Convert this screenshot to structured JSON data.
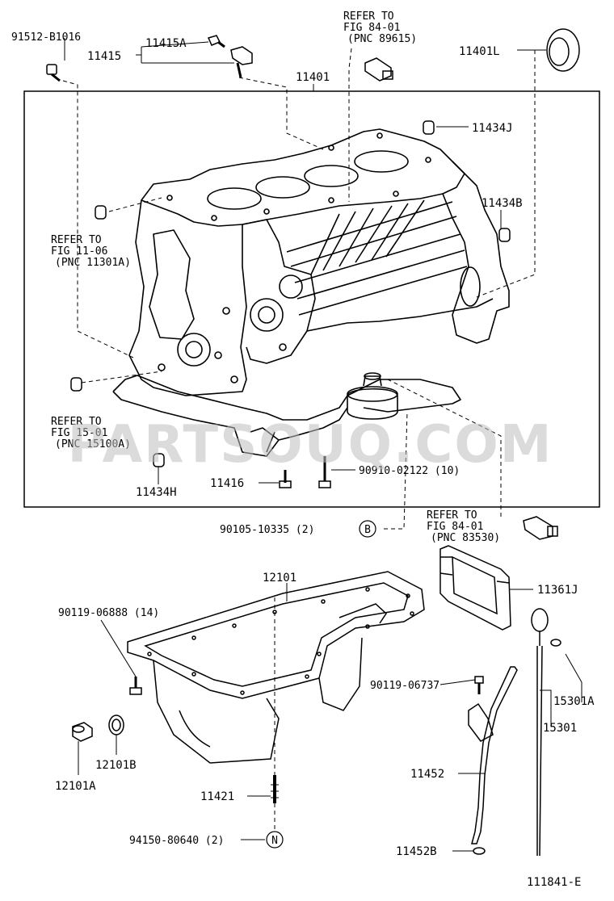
{
  "diagram": {
    "refs": {
      "ref_top": {
        "line1": "REFER TO",
        "line2": "FIG 84-01",
        "line3": "(PNC 89615)"
      },
      "ref_left1": {
        "line1": "REFER TO",
        "line2": "FIG 11-06",
        "line3": "(PNC 11301A)"
      },
      "ref_left2": {
        "line1": "REFER TO",
        "line2": "FIG 15-01",
        "line3": "(PNC 15100A)"
      },
      "ref_right": {
        "line1": "REFER TO",
        "line2": "FIG 84-01",
        "line3": "(PNC 83530)"
      }
    },
    "parts": {
      "p91512": "91512-B1016",
      "p11415A": "11415A",
      "p11415": "11415",
      "p11401": "11401",
      "p11401L": "11401L",
      "p11434J": "11434J",
      "p11434B": "11434B",
      "p11434H": "11434H",
      "p11416": "11416",
      "p90910": "90910-02122 (10)",
      "p90105": "90105-10335 (2)",
      "p11361J": "11361J",
      "p12101": "12101",
      "p90119a": "90119-06888 (14)",
      "p90119b": "90119-06737",
      "p15301A": "15301A",
      "p15301": "15301",
      "p12101B": "12101B",
      "p12101A": "12101A",
      "p11452": "11452",
      "p11421": "11421",
      "p94150": "94150-80640 (2)",
      "p11452B": "11452B"
    },
    "markers": {
      "b": "B",
      "n": "N"
    },
    "figure_id": "111841-E",
    "watermark": "PARTSOUQ.COM"
  }
}
